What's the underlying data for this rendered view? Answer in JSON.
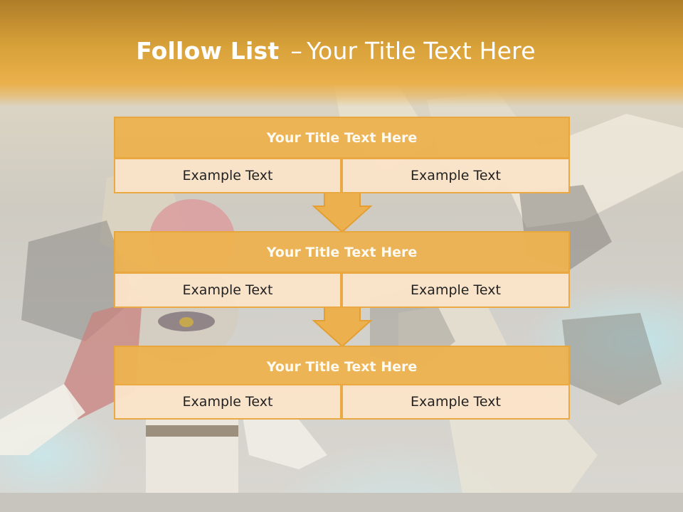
{
  "title": {
    "bold": "Follow List",
    "separator": "–",
    "rest": "Your Title Text Here"
  },
  "blocks": [
    {
      "title": "Your Title Text Here",
      "left": "Example Text",
      "right": "Example Text"
    },
    {
      "title": "Your Title Text Here",
      "left": "Example Text",
      "right": "Example Text"
    },
    {
      "title": "Your Title Text Here",
      "left": "Example Text",
      "right": "Example Text"
    }
  ],
  "colors": {
    "header_gold": "#d9a23a",
    "box_title_fill": "#ecb250",
    "box_cell_fill": "#fae3c8",
    "box_border": "#eba944"
  }
}
